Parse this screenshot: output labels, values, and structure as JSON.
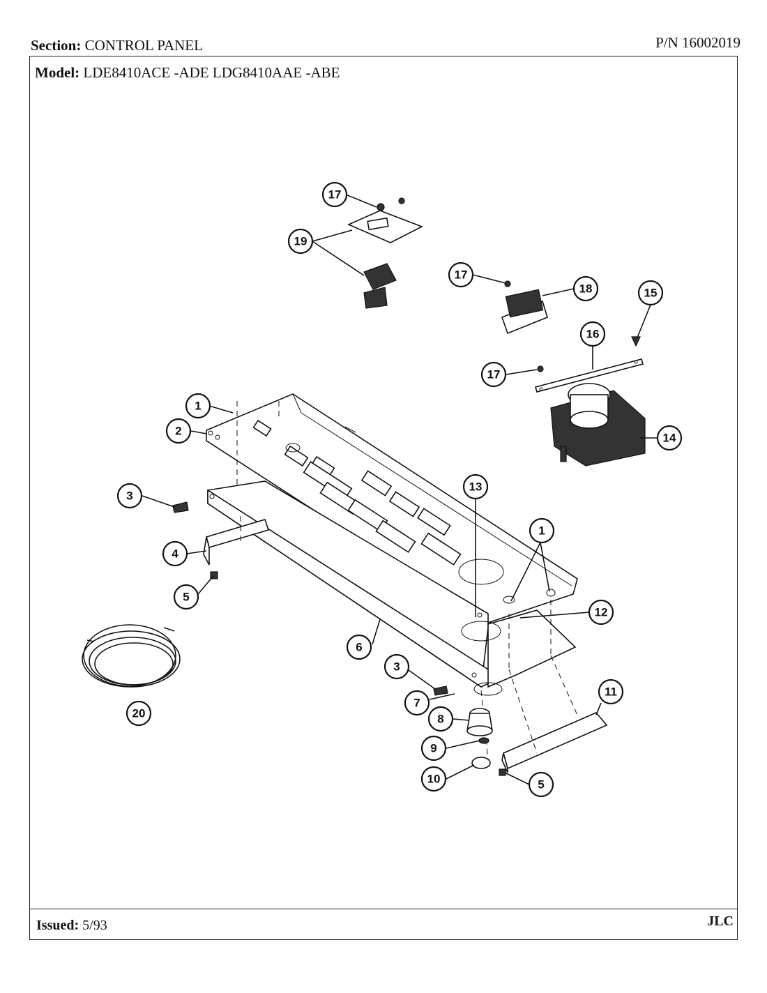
{
  "header": {
    "section_label": "Section:",
    "section_value": "CONTROL PANEL",
    "pn": "P/N 16002019"
  },
  "model": {
    "label": "Model:",
    "value": "LDE8410ACE -ADE  LDG8410AAE -ABE"
  },
  "footer": {
    "issued_label": "Issued:",
    "issued_value": "5/93",
    "code": "JLC"
  },
  "callouts": [
    "17",
    "19",
    "17",
    "18",
    "15",
    "16",
    "17",
    "14",
    "1",
    "2",
    "3",
    "13",
    "1",
    "4",
    "5",
    "12",
    "6",
    "3",
    "7",
    "8",
    "9",
    "10",
    "11",
    "5",
    "20"
  ]
}
